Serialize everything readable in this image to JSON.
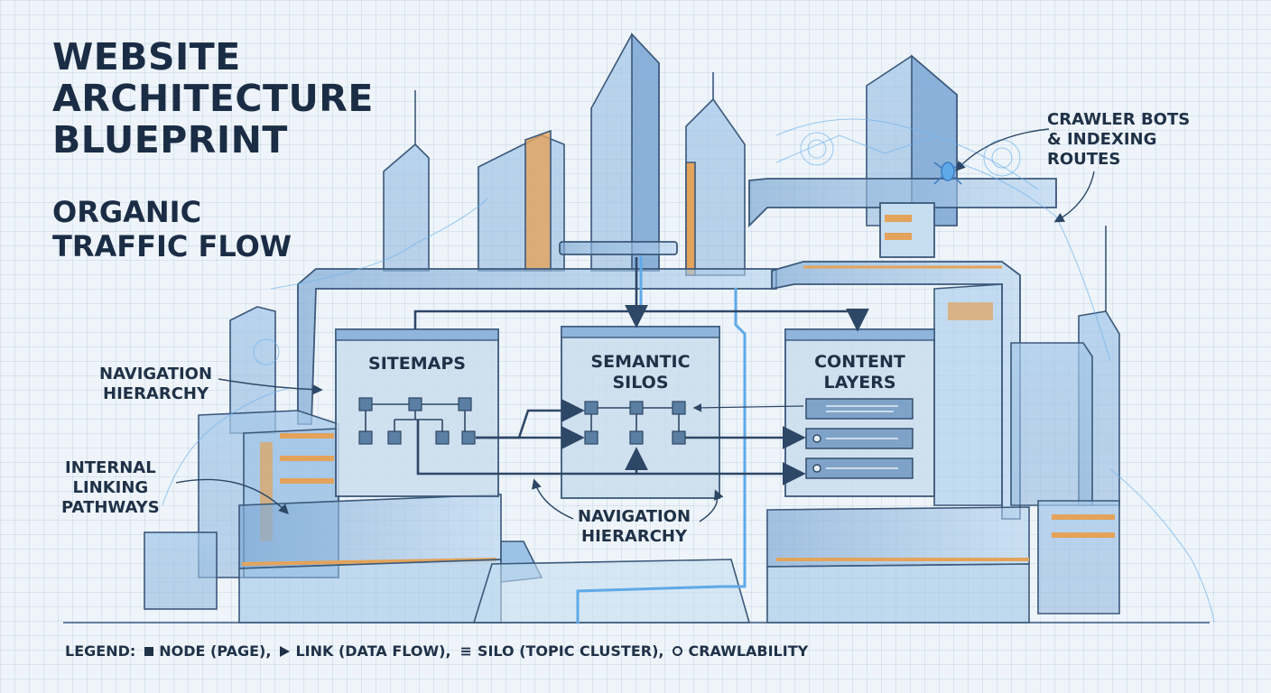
{
  "title": {
    "line1": "WEBSITE",
    "line2": "ARCHITECTURE",
    "line3": "BLUEPRINT"
  },
  "subtitle": {
    "line1": "ORGANIC",
    "line2": "TRAFFIC FLOW"
  },
  "labels": {
    "crawler": {
      "line1": "CRAWLER BOTS",
      "line2": "& INDEXING",
      "line3": "ROUTES"
    },
    "nav_left": {
      "line1": "NAVIGATION",
      "line2": "HIERARCHY"
    },
    "internal": {
      "line1": "INTERNAL",
      "line2": "LINKING",
      "line3": "PATHWAYS"
    },
    "nav_bottom": {
      "line1": "NAVIGATION",
      "line2": "HIERARCHY"
    }
  },
  "panels": {
    "sitemaps": {
      "line1": "SITEMAPS"
    },
    "semantic": {
      "line1": "SEMANTIC",
      "line2": "SILOS"
    },
    "content": {
      "line1": "CONTENT",
      "line2": "LAYERS"
    }
  },
  "legend": {
    "heading": "LEGEND:",
    "items": [
      {
        "icon": "square-node-icon",
        "label": "NODE (PAGE),"
      },
      {
        "icon": "triangle-link-icon",
        "label": "LINK (DATA FLOW),"
      },
      {
        "icon": "three-bars-silo-icon",
        "label": "SILO (TOPIC CLUSTER),"
      },
      {
        "icon": "circle-crawl-icon",
        "label": "CRAWLABILITY"
      }
    ]
  },
  "colors": {
    "accent_orange": "#e3a35a",
    "glass_blue": "#9cc3e6",
    "line_dark": "#2d4766",
    "flow_blue": "#5fa9e8"
  }
}
